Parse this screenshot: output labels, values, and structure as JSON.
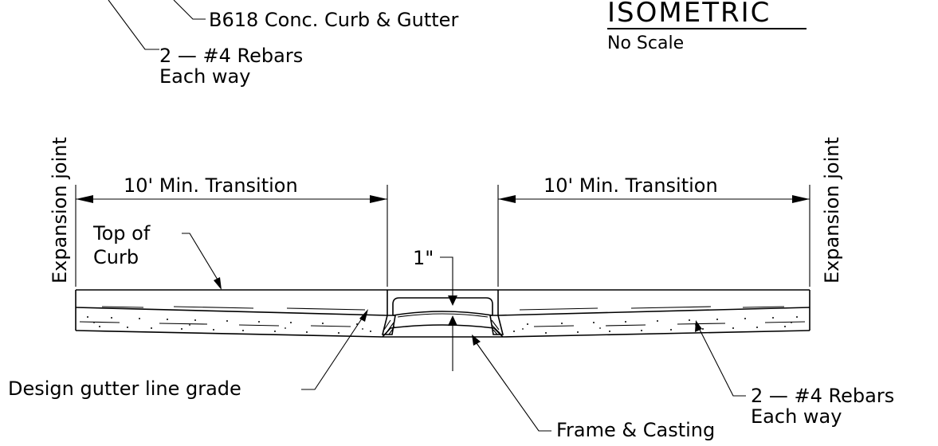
{
  "title": {
    "text": "ISOMETRIC",
    "scale_note": "No Scale"
  },
  "labels": {
    "curb_gutter": "B618 Conc. Curb & Gutter",
    "rebars_top_line1": "2 — #4 Rebars",
    "rebars_top_line2": "Each way",
    "expansion_joint_left": "Expansion joint",
    "expansion_joint_right": "Expansion joint",
    "transition_left": "10' Min. Transition",
    "transition_right": "10' Min. Transition",
    "top_of_curb_line1": "Top of",
    "top_of_curb_line2": "Curb",
    "depression": "1\"",
    "design_gutter": "Design gutter line grade",
    "frame_casting": "Frame & Casting",
    "rebars_right_line1": "2 — #4 Rebars",
    "rebars_right_line2": "Each way"
  }
}
